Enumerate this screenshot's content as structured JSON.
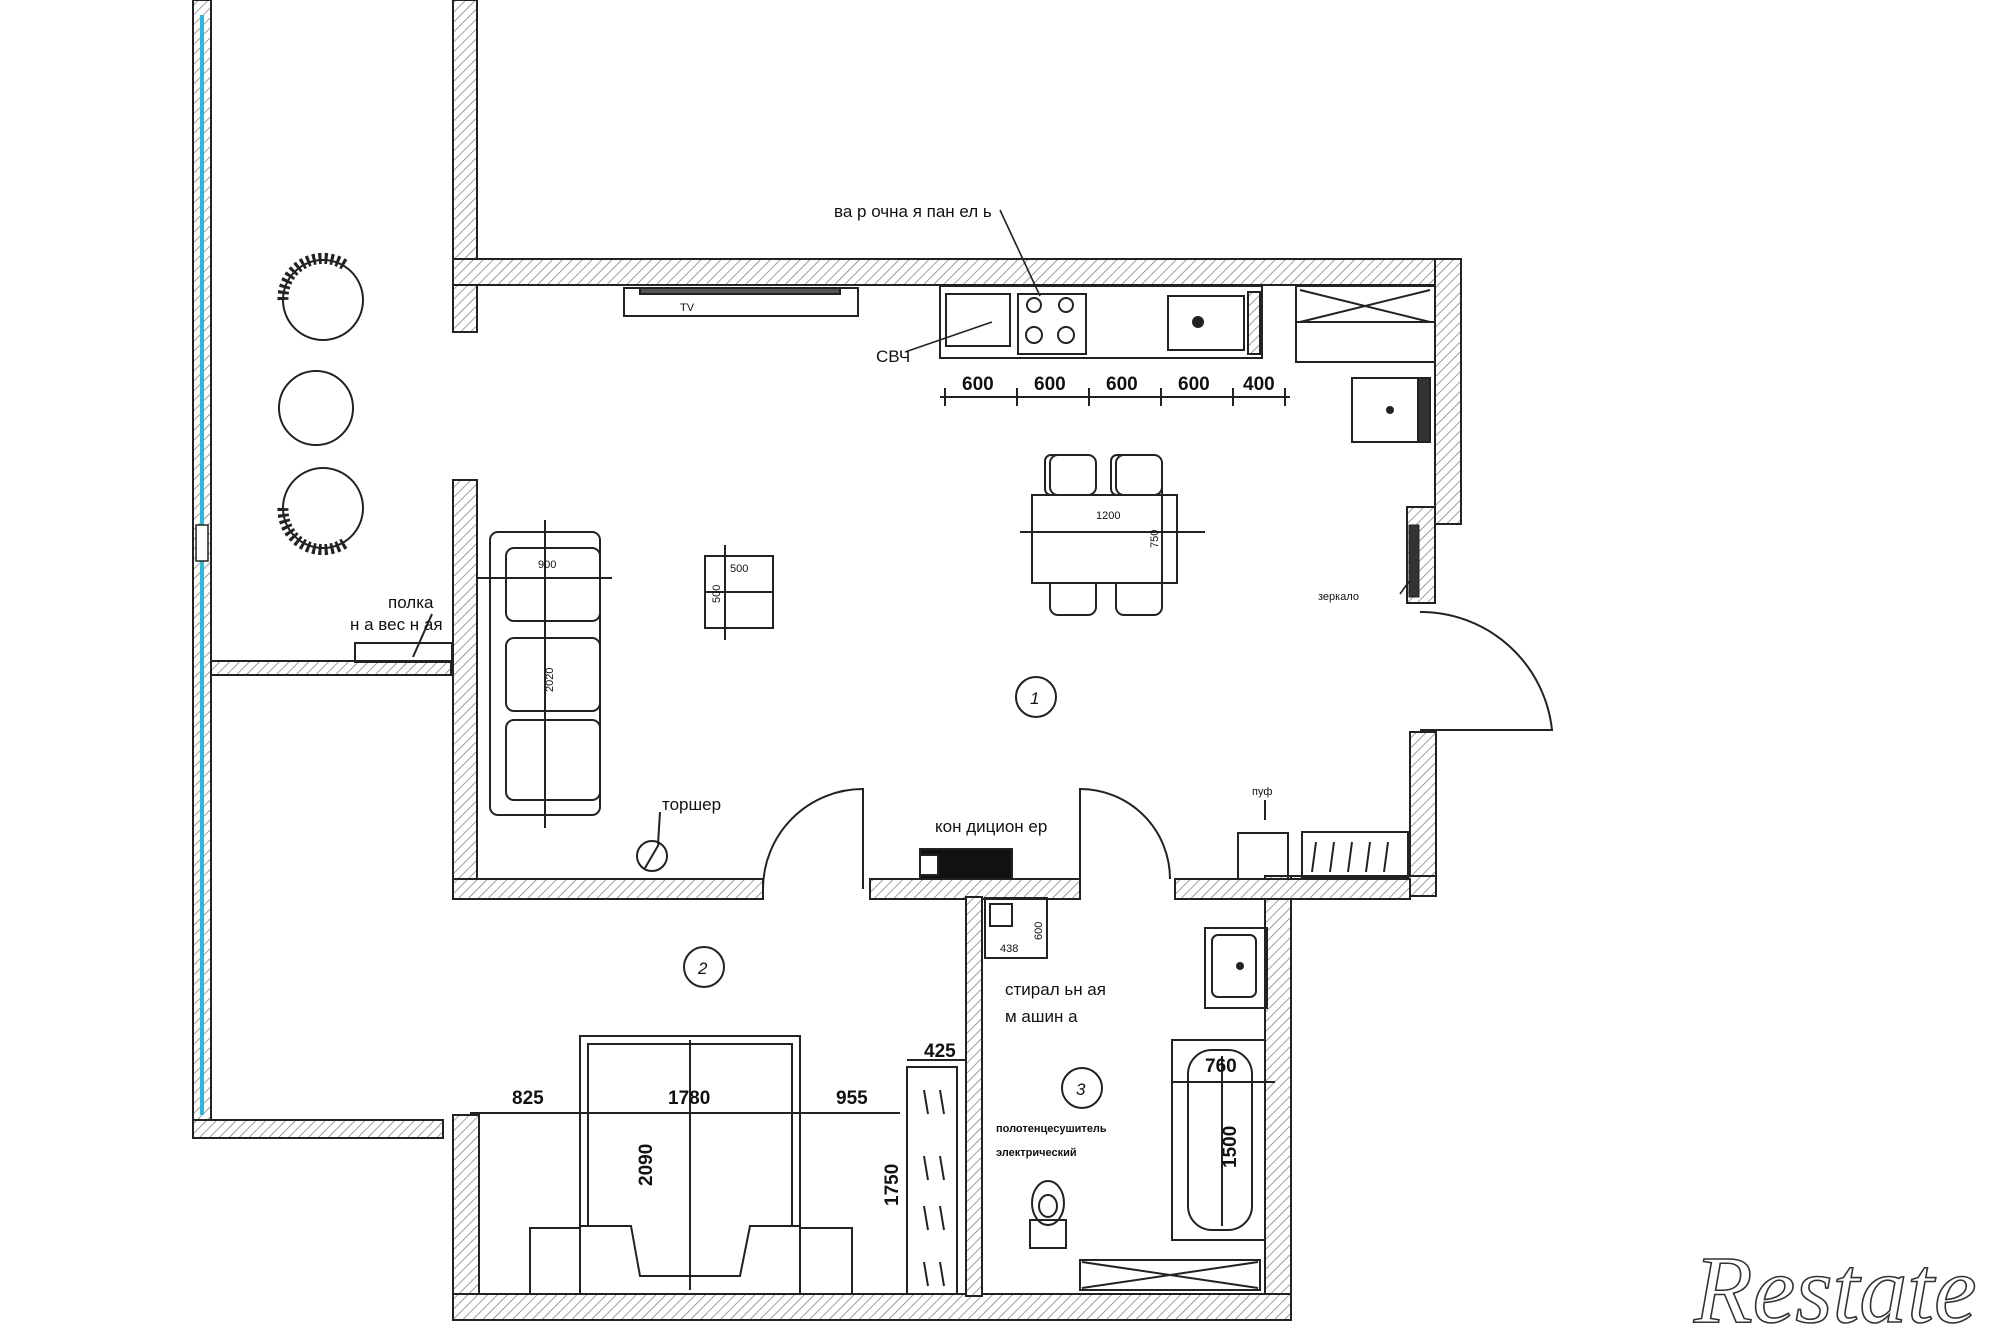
{
  "labels": {
    "cooktop": "ва р очна я пан ел ь",
    "dishwasher": "СВЧ",
    "tv": "TV",
    "shelf_line1": "полка",
    "shelf_line2": "н а вес н ая",
    "floor_lamp": "торшер",
    "air_conditioner": "кон дицион ер",
    "mirror": "зеркало",
    "pouf": "пуф",
    "washer_line1": "стирал ьн ая",
    "washer_line2": "м ашин а",
    "towel_line1": "полотенцесушитель",
    "towel_line2": "электрический",
    "dining_w": "1200",
    "dining_h": "750",
    "sofa_len": "2020",
    "sofa_dep": "900",
    "table_w": "500",
    "table_h": "500",
    "basin_w": "438",
    "basin_h": "600"
  },
  "rooms": [
    "1",
    "2",
    "3"
  ],
  "kitchen_dims": [
    "600",
    "600",
    "600",
    "600",
    "400"
  ],
  "bedroom_dims": {
    "left": "825",
    "bed_w": "1780",
    "right": "955",
    "bed_len": "2090",
    "closet_w": "425",
    "closet_h": "1750"
  },
  "bath_dims": {
    "tub_w": "760",
    "tub_len": "1500"
  },
  "brand": "Restate"
}
